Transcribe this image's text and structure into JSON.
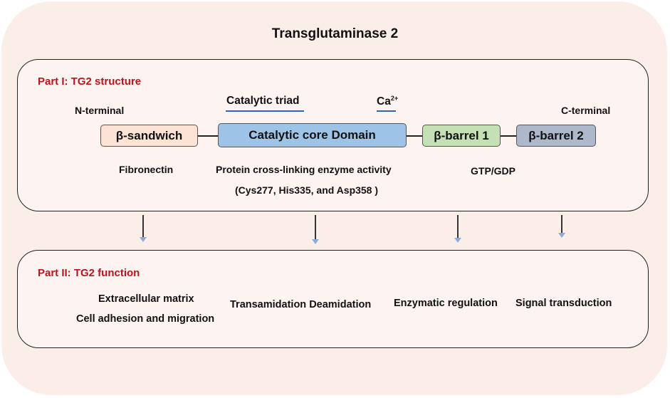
{
  "title": "Transglutaminase 2",
  "part1": {
    "heading": "Part I: TG2 structure",
    "n_terminal": "N-terminal",
    "c_terminal": "C-terminal",
    "catalytic_triad": "Catalytic triad",
    "calcium": "Ca",
    "calcium_sup": "2+",
    "domains": {
      "sandwich": "β-sandwich",
      "core": "Catalytic core Domain",
      "barrel1": "β-barrel 1",
      "barrel2": "β-barrel 2"
    },
    "fibronectin": "Fibronectin",
    "activity": "Protein cross-linking enzyme activity",
    "residues": "(Cys277, His335, and Asp358 )",
    "gtp": "GTP/GDP"
  },
  "part2": {
    "heading": "Part II: TG2 function",
    "ecm": "Extracellular matrix",
    "adhesion": "Cell adhesion and migration",
    "transamidation": "Transamidation Deamidation",
    "enzymatic": "Enzymatic regulation",
    "signal": "Signal transduction"
  },
  "colors": {
    "sandwich": "#fbe3d6",
    "core": "#9dc3e6",
    "barrel1": "#c5e0b4",
    "barrel2": "#adb9ca",
    "heading": "#c0121b"
  }
}
